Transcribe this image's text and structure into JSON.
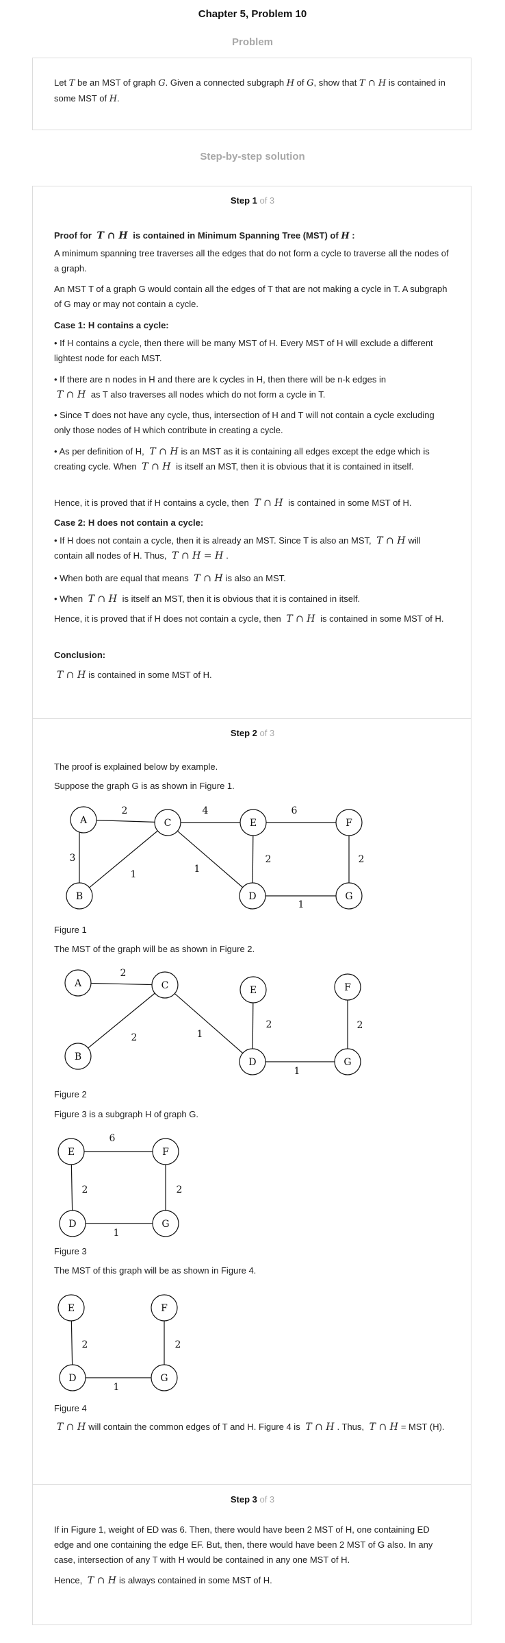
{
  "title": "Chapter 5, Problem 10",
  "problem_label": "Problem",
  "problem": {
    "p1": "Let ",
    "T": "T",
    "p2": " be an MST of graph ",
    "G": "G",
    "p3": ". Given a connected subgraph ",
    "H": "H",
    "p4": " of ",
    "G2": "G",
    "p5": ", show that ",
    "TH": "T ∩ H",
    "p6": " is contained in some MST of ",
    "H2": "H",
    "p7": "."
  },
  "solution_label": "Step-by-step solution",
  "math_TH": "T ∩ H",
  "step1": {
    "head_bold": "Step 1",
    "head_gray": " of 3",
    "proof_pre": "Proof for ",
    "proof_post": " is contained in Minimum Spanning Tree (MST) of ",
    "proof_H": "H",
    "proof_colon": " :",
    "para1": "A minimum spanning tree traverses all the edges that do not form a cycle to traverse all the nodes of a graph.",
    "para2": "An MST T of a graph G would contain all the edges of T that are not making a cycle in T. A subgraph of G may or may not contain a cycle.",
    "case1": "Case 1: H contains a cycle:",
    "c1b1": "• If H contains a cycle, then there will be many MST of H. Every MST of H will exclude a different lightest node for each MST.",
    "c1b2_pre": "• If there are n nodes in H and there are k cycles in H, then there will be n-k edges in",
    "c1b2_post": "as T also traverses all nodes which do not form a cycle in T.",
    "c1b3": "• Since T does not have any cycle, thus, intersection of H and T will not contain a cycle excluding only those nodes of H which contribute in creating a cycle.",
    "c1b4_a": "• As per definition of H,",
    "c1b4_b": "is an MST as it is containing all edges except the edge which is creating cycle. When",
    "c1b4_c": "is itself an MST, then it is obvious that it is contained in itself.",
    "c1_hence_pre": "Hence, it is proved that if H contains a cycle, then",
    "c1_hence_post": "is contained in some MST of H.",
    "case2": "Case 2: H does not contain a cycle:",
    "c2b1_a": "• If H does not contain a cycle, then it is already an MST. Since T is also an MST,",
    "c2b1_b": "will contain all nodes of H. Thus,",
    "c2b1_eq": "T ∩ H = H",
    "c2b1_c": ".",
    "c2b2_pre": "• When both are equal that means",
    "c2b2_post": "is also an MST.",
    "c2b3_pre": "• When",
    "c2b3_post": "is itself an MST, then it is obvious that it is contained in itself.",
    "c2_hence_pre": "Hence, it is proved that if H does not contain a cycle, then",
    "c2_hence_post": "is contained in some MST of H.",
    "conclusion": "Conclusion:",
    "concl_post": "is contained in some MST of H."
  },
  "step2": {
    "head_bold": "Step 2",
    "head_gray": " of 3",
    "intro1": "The proof is explained below by example.",
    "intro2": "Suppose the graph G is as shown in Figure 1.",
    "fig1": "Figure 1",
    "fig1_after": "The MST of the graph will be as shown in Figure 2.",
    "fig2": "Figure 2",
    "fig2_after": "Figure 3 is a subgraph H of graph G.",
    "fig3": "Figure 3",
    "fig3_after": "The MST of this graph will be as shown in Figure 4.",
    "fig4": "Figure 4",
    "final_a": "will contain the common edges of T and H. Figure 4 is",
    "final_b": ". Thus,",
    "final_c": "= MST (H).",
    "graph1": {
      "nodes": [
        "A",
        "C",
        "E",
        "F",
        "B",
        "D",
        "G"
      ],
      "weights": {
        "AC": "2",
        "CE": "4",
        "EF": "6",
        "AB": "3",
        "CB": "1",
        "CD": "1",
        "ED": "2",
        "FG": "2",
        "DG": "1"
      }
    },
    "graph2": {
      "nodes": [
        "A",
        "C",
        "E",
        "F",
        "B",
        "D",
        "G"
      ],
      "weights": {
        "AC": "2",
        "CB": "2",
        "CD": "1",
        "ED": "2",
        "FG": "2",
        "DG": "1"
      }
    },
    "graph3": {
      "nodes": [
        "E",
        "F",
        "D",
        "G"
      ],
      "weights": {
        "EF": "6",
        "ED": "2",
        "FG": "2",
        "DG": "1"
      }
    },
    "graph4": {
      "nodes": [
        "E",
        "F",
        "D",
        "G"
      ],
      "weights": {
        "ED": "2",
        "FG": "2",
        "DG": "1"
      }
    }
  },
  "step3": {
    "head_bold": "Step 3",
    "head_gray": " of 3",
    "para1": "If in Figure 1, weight of ED was 6. Then, there would have been 2 MST of H, one containing ED edge and one containing the edge EF. But, then, there would have been 2 MST of G also. In any case, intersection of any T with H would be contained in any one MST of H.",
    "hence_pre": "Hence,",
    "hence_post": "is always contained in some MST of H."
  }
}
